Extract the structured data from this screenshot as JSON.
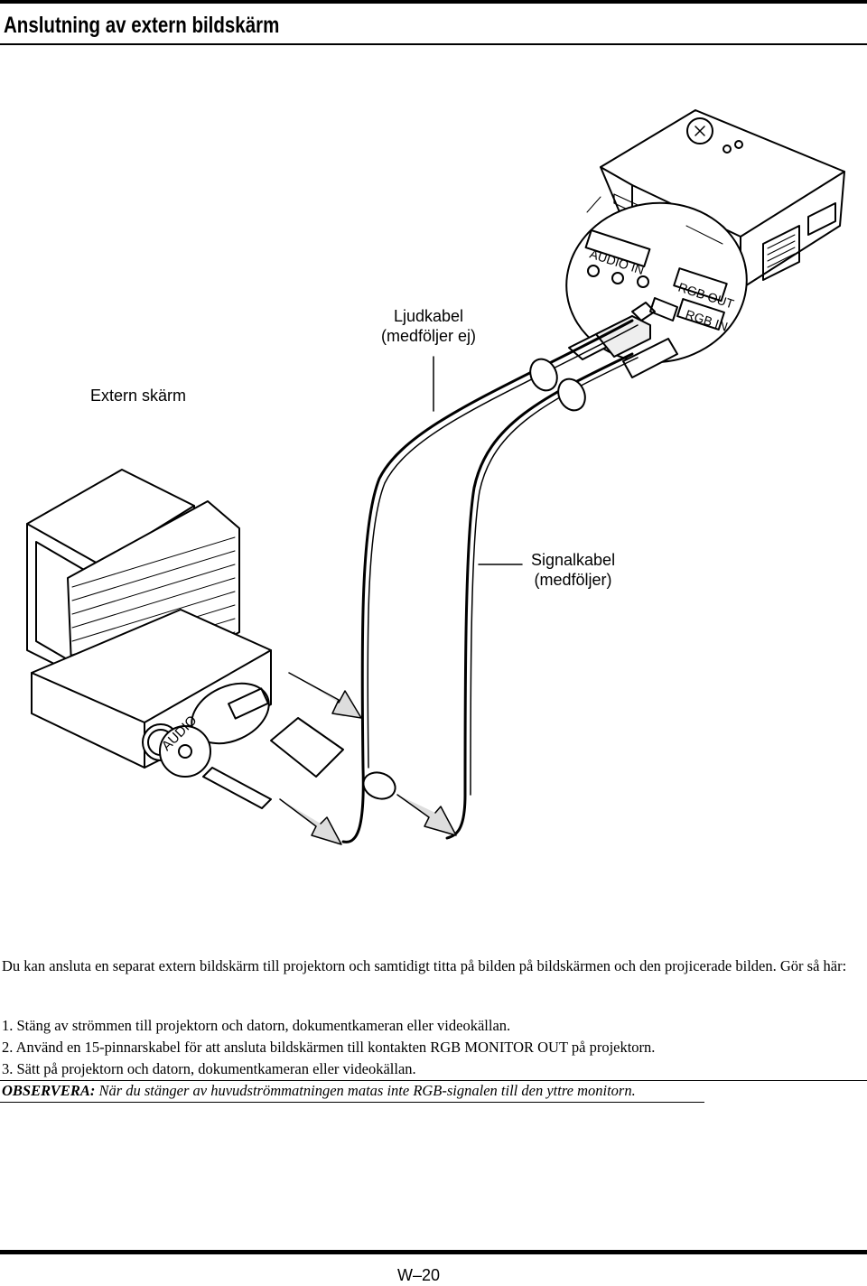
{
  "page": {
    "title": "Anslutning av extern bildskärm",
    "page_number": "W–20"
  },
  "figure": {
    "label_audio_cable": "Ljudkabel",
    "label_audio_cable_note": "(medföljer ej)",
    "label_external_monitor": "Extern skärm",
    "label_signal_cable": "Signalkabel",
    "label_signal_cable_note": "(medföljer)",
    "port_audio_in": "AUDIO IN",
    "port_rgb_out": "RGB OUT",
    "port_rgb_in": "RGB IN",
    "port_audio_monitor": "AUDIO"
  },
  "text": {
    "intro": "Du kan ansluta en separat extern bildskärm till projektorn och samtidigt titta på bilden på bildskärmen och den projicerade bilden. Gör så här:",
    "steps": [
      "1. Stäng av strömmen till projektorn och datorn, dokumentkameran eller videokällan.",
      "2. Använd en 15-pinnarskabel för att ansluta bildskärmen till kontakten RGB MONITOR OUT på projektorn.",
      "3. Sätt på projektorn och datorn, dokumentkameran eller videokällan."
    ],
    "note_label": "OBSERVERA:",
    "note_text": " När du stänger av huvudströmmatningen matas inte RGB-signalen till den yttre monitorn."
  }
}
